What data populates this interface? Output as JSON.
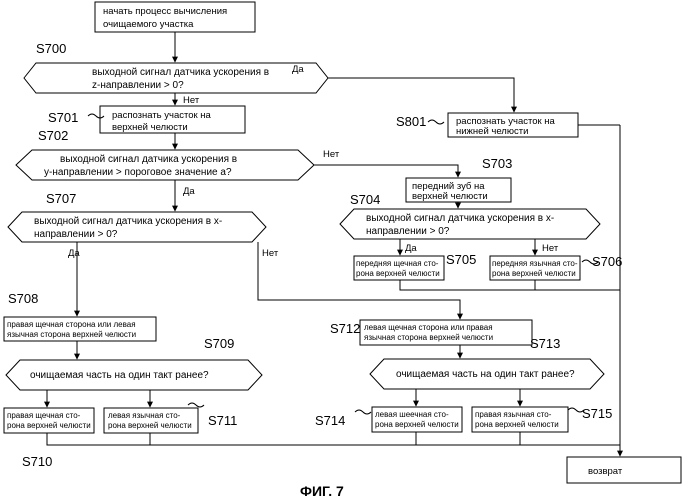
{
  "figure_caption": "ФИГ. 7",
  "start": [
    "начать процесс вычисления",
    "очищаемого участка"
  ],
  "decisions": {
    "d700": [
      "выходной сигнал датчика ускорения в",
      "z-направлении > 0?"
    ],
    "d702": [
      "выходной сигнал датчика ускорения в",
      "y-направлении > пороговое значение a?"
    ],
    "d707": [
      "выходной сигнал датчика ускорения в x-",
      "направлении > 0?"
    ],
    "d704": [
      "выходной сигнал датчика ускорения в x-",
      "направлении > 0?"
    ],
    "d709": [
      "очищаемая часть на один такт ранее?"
    ],
    "d713": [
      "очищаемая часть на один такт ранее?"
    ]
  },
  "processes": {
    "p701": [
      "распознать участок на",
      "верхней челюсти"
    ],
    "p801": [
      "распознать участок на",
      "нижней челюсти"
    ],
    "p703": [
      "передний зуб на",
      "верхней челюсти"
    ],
    "p705": [
      "передняя щечная сто-",
      "рона верхней челюсти"
    ],
    "p706": [
      "передняя язычная сто-",
      "рона верхней челюсти"
    ],
    "p708": [
      "правая щечная сторона или левая",
      "язычная сторона верхней челюсти"
    ],
    "p712": [
      "левая щечная сторона или правая",
      "язычная сторона верхней челюсти"
    ],
    "p710": [
      "правая щечная сто-",
      "рона верхней челюсти"
    ],
    "p711": [
      "левая  язычная сто-",
      "рона верхней челюсти"
    ],
    "p714": [
      "левая шеечная сто-",
      "рона верхней челюсти"
    ],
    "p715": [
      "правая язычная сто-",
      "рона верхней челюсти"
    ],
    "ret": [
      "возврат"
    ]
  },
  "step_labels": {
    "s700": "S700",
    "s701": "S701",
    "s702": "S702",
    "s703": "S703",
    "s704": "S704",
    "s705": "S705",
    "s706": "S706",
    "s707": "S707",
    "s708": "S708",
    "s709": "S709",
    "s710": "S710",
    "s711": "S711",
    "s712": "S712",
    "s713": "S713",
    "s714": "S714",
    "s715": "S715",
    "s801": "S801"
  },
  "edge_labels": {
    "yes": "Да",
    "no": "Нет"
  }
}
